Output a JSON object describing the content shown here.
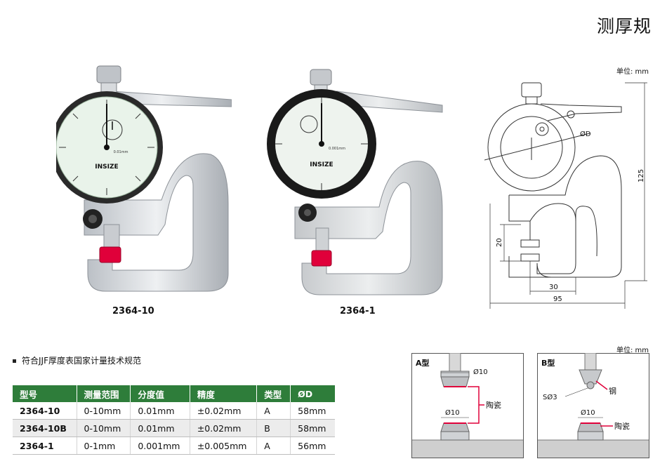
{
  "page": {
    "title": "测厚规",
    "unit_label_top": "单位: mm",
    "unit_label_bottom": "单位: mm"
  },
  "products": [
    {
      "caption": "2364-10",
      "brand": "INSIZE",
      "dial_graduation": "0.01mm",
      "dial_range": "0-10mm"
    },
    {
      "caption": "2364-1",
      "brand": "INSIZE",
      "dial_graduation": "0.001mm",
      "dial_range": "0-1mm"
    }
  ],
  "dimensions": {
    "diameter": "ØD",
    "height": "125",
    "depth": "20",
    "throat": "30",
    "width": "95"
  },
  "note": "符合JJF厚度表国家计量技术规范",
  "table": {
    "headers": [
      "型号",
      "测量范围",
      "分度值",
      "精度",
      "类型",
      "ØD"
    ],
    "rows": [
      [
        "2364-10",
        "0-10mm",
        "0.01mm",
        "±0.02mm",
        "A",
        "58mm"
      ],
      [
        "2364-10B",
        "0-10mm",
        "0.01mm",
        "±0.02mm",
        "B",
        "58mm"
      ],
      [
        "2364-1",
        "0-1mm",
        "0.001mm",
        "±0.005mm",
        "A",
        "56mm"
      ]
    ]
  },
  "type_a": {
    "label": "A型",
    "top_tip": "Ø10",
    "bottom_tip": "Ø10",
    "material": "陶瓷"
  },
  "type_b": {
    "label": "B型",
    "ball": "SØ3",
    "top_material": "钢",
    "bottom_tip": "Ø10",
    "bottom_material": "陶瓷"
  },
  "colors": {
    "header_green": "#2e7d3a",
    "accent_red": "#e0003a",
    "dial_face_light": "#eef6ee",
    "dial_face_dark": "#1a1a1a",
    "frame_silver": "#d4d7db"
  }
}
